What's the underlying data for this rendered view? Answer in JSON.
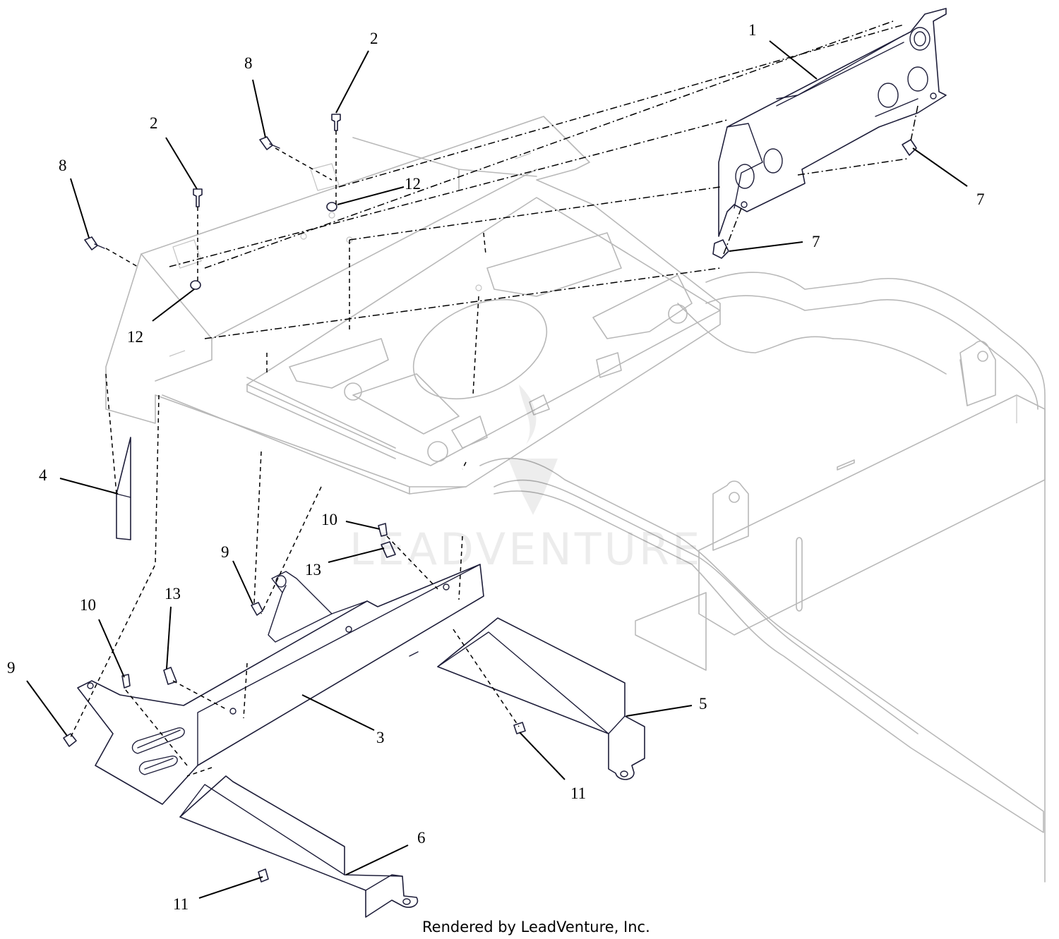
{
  "callouts": [
    {
      "id": "c1",
      "label": "1"
    },
    {
      "id": "c2a",
      "label": "2"
    },
    {
      "id": "c2b",
      "label": "2"
    },
    {
      "id": "c3",
      "label": "3"
    },
    {
      "id": "c4",
      "label": "4"
    },
    {
      "id": "c5",
      "label": "5"
    },
    {
      "id": "c6",
      "label": "6"
    },
    {
      "id": "c7a",
      "label": "7"
    },
    {
      "id": "c7b",
      "label": "7"
    },
    {
      "id": "c8a",
      "label": "8"
    },
    {
      "id": "c8b",
      "label": "8"
    },
    {
      "id": "c9a",
      "label": "9"
    },
    {
      "id": "c9b",
      "label": "9"
    },
    {
      "id": "c10a",
      "label": "10"
    },
    {
      "id": "c10b",
      "label": "10"
    },
    {
      "id": "c11a",
      "label": "11"
    },
    {
      "id": "c11b",
      "label": "11"
    },
    {
      "id": "c12a",
      "label": "12"
    },
    {
      "id": "c12b",
      "label": "12"
    },
    {
      "id": "c13a",
      "label": "13"
    },
    {
      "id": "c13b",
      "label": "13"
    }
  ],
  "watermark": "LEADVENTURE",
  "footer": "Rendered by LeadVenture, Inc."
}
